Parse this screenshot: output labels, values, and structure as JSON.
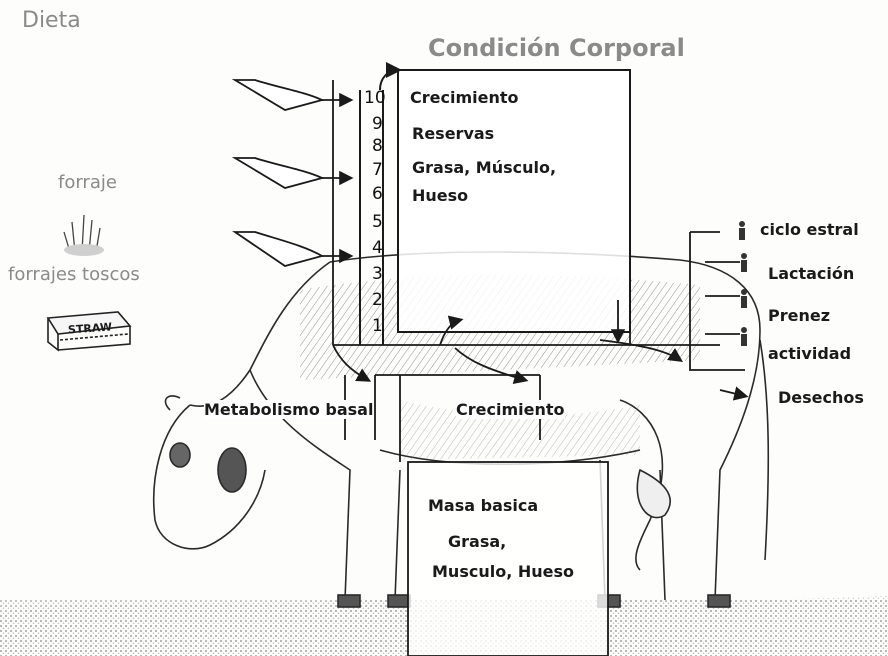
{
  "diet": {
    "title": "Dieta",
    "forage": "forraje",
    "rough_forage": "forrajes toscos",
    "straw": "STRAW"
  },
  "condition": {
    "title": "Condición Corporal",
    "scale": [
      "10",
      "9",
      "8",
      "7",
      "6",
      "5",
      "4",
      "3",
      "2",
      "1"
    ],
    "growth": "Crecimiento",
    "reserves": "Reservas",
    "reserves_detail": "Grasa, Músculo,",
    "reserves_bone": "Hueso"
  },
  "outputs": [
    "ciclo estral",
    "Lactación",
    "Prenez",
    "actividad",
    "Desechos"
  ],
  "lower": {
    "basal": "Metabolismo basal",
    "growth": "Crecimiento",
    "mass_title": "Masa basica",
    "mass_fat": "Grasa,",
    "mass_detail": "Musculo, Hueso"
  },
  "colors": {
    "ink": "#1a1a1a",
    "grey_text": "#8a8a8a",
    "ground": "#b8b8b8"
  }
}
